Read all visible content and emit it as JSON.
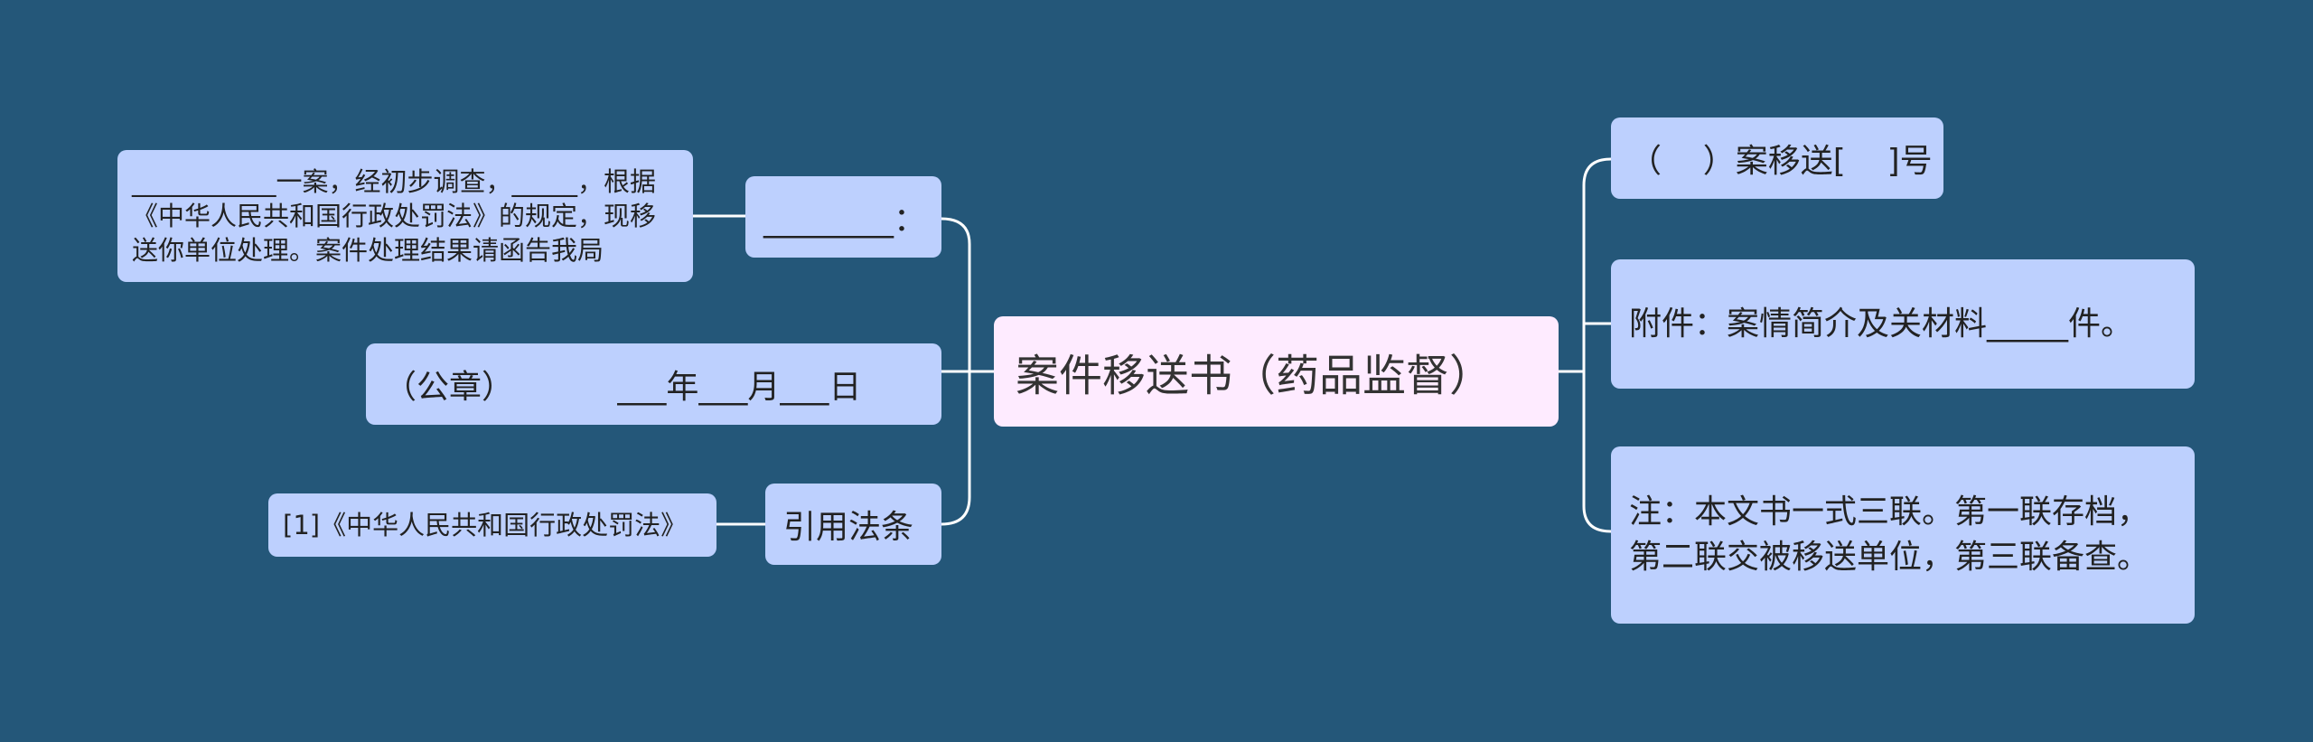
{
  "root": {
    "title": "案件移送书（药品监督）"
  },
  "left_branches": [
    {
      "label": "________：",
      "child": "___________一案，经初步调查，_____，根据《中华人民共和国行政处罚法》的规定，现移送你单位处理。案件处理结果请函告我局"
    },
    {
      "label": "（公章）          ___年___月___日"
    },
    {
      "label": "引用法条",
      "child": "[1]《中华人民共和国行政处罚法》"
    }
  ],
  "right_branches": [
    {
      "label": "（    ）案移送[    ]号"
    },
    {
      "label": "附件：案情简介及关材料_____件。"
    },
    {
      "label": "注：本文书一式三联。第一联存档，第二联交被移送单位，第三联备查。"
    }
  ],
  "colors": {
    "background": "#245779",
    "root_fill": "#feebff",
    "node_fill": "#bdd0fe",
    "connector": "#ffffff"
  }
}
